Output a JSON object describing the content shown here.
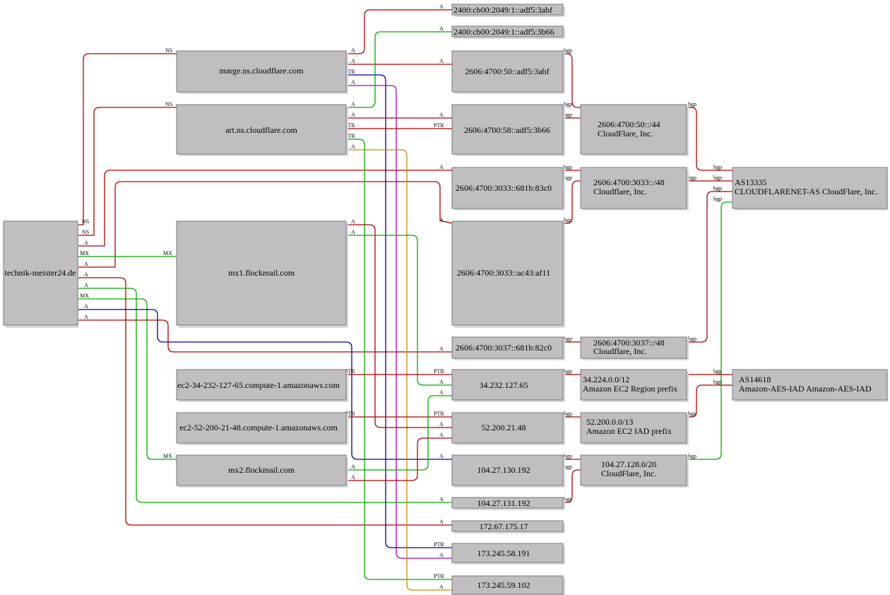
{
  "colors": {
    "red": "#b00000",
    "green": "#00aa00",
    "blue": "#000088",
    "magenta": "#b000b0",
    "orange": "#cc8800"
  },
  "nodes": {
    "technik": "technik-meister24.de",
    "marge": "marge.ns.cloudflare.com",
    "art": "art.ns.cloudflare.com",
    "mx1": "mx1.flockmail.com",
    "mx2": "mx2.flockmail.com",
    "ec2_34": "ec2-34-232-127-65.compute-1.amazonaws.com",
    "ec2_52": "ec2-52-200-21-48.compute-1.amazonaws.com",
    "ip_2400_abf": "2400:cb00:2049:1::adf5:3abf",
    "ip_2400_b66": "2400:cb00:2049:1::adf5:3b66",
    "ip_2606_50": "2606:4700:50::adf5:3abf",
    "ip_2606_58": "2606:4700:58::adf5:3b66",
    "ip_3033_83c0": "2606:4700:3033::681b:83c0",
    "ip_3033_af11": "2606:4700:3033::ac43:af11",
    "ip_3037": "2606:4700:3037::681b:82c0",
    "ip_34": "34.232.127.65",
    "ip_52": "52.200.21.48",
    "ip_104_130": "104.27.130.192",
    "ip_104_131": "104.27.131.192",
    "ip_172": "172.67.175.17",
    "ip_173_191": "173.245.58.191",
    "ip_173_102": "173.245.59.102",
    "pfx_50": {
      "l1": "2606:4700:50::/44",
      "l2": "CloudFlare, Inc."
    },
    "pfx_3033": {
      "l1": "2606:4700:3033::/48",
      "l2": "Cloudflare, Inc."
    },
    "pfx_3037": {
      "l1": "2606:4700:3037::/48",
      "l2": "Cloudflare, Inc."
    },
    "pfx_34": {
      "l1": "34.224.0.0/12",
      "l2": "Amazon EC2 Region prefix"
    },
    "pfx_52": {
      "l1": "52.200.0.0/13",
      "l2": "Amazon EC2 IAD prefix"
    },
    "pfx_104": {
      "l1": "104.27.128.0/20",
      "l2": "CloudFlare, Inc."
    },
    "as13335": {
      "l1": "AS13335",
      "l2": "CLOUDFLARENET-AS CloudFlare, Inc."
    },
    "as14618": {
      "l1": "AS14618",
      "l2": "Amazon-AES-IAD Amazon-AES-IAD"
    }
  },
  "edge_labels": {
    "ns": "NS",
    "a": "A",
    "mx": "MX",
    "ptr": "PTR",
    "bgp": "bgp"
  }
}
